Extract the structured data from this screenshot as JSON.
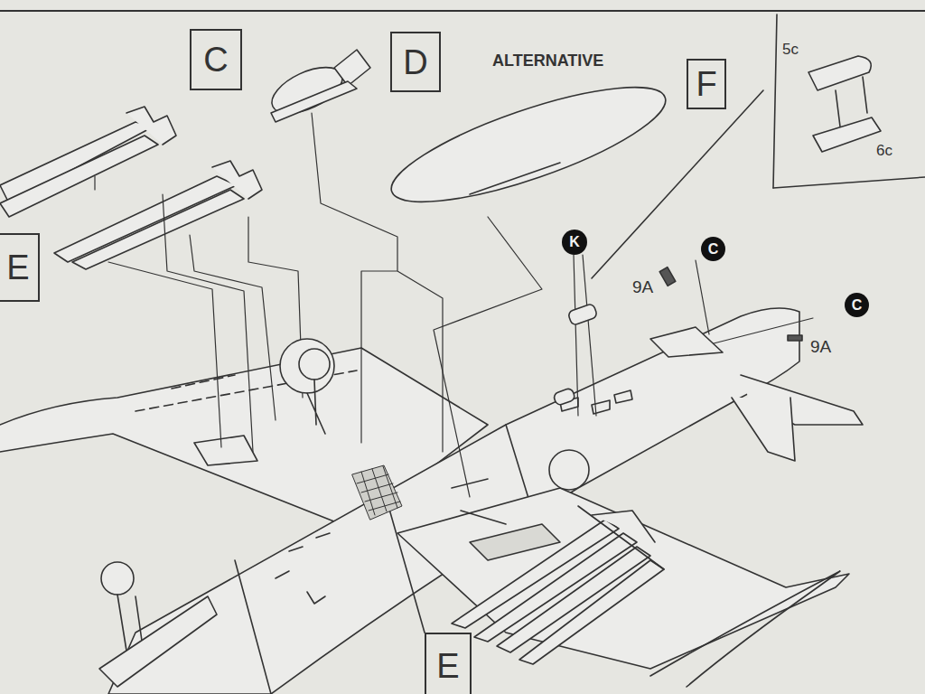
{
  "diagram": {
    "nodes": [
      {
        "text": [
          "C"
        ]
      },
      {
        "text": [
          "D"
        ]
      },
      {
        "text": [
          "F"
        ]
      },
      {
        "text": [
          "E"
        ]
      },
      {
        "text": [
          "K"
        ]
      },
      {
        "text": [
          "C"
        ]
      },
      {
        "text": [
          "C"
        ]
      },
      {
        "text": [
          "E"
        ]
      }
    ],
    "labels": [
      "ALTERNATIVE",
      "5c",
      "6c",
      "9A",
      "9A"
    ]
  }
}
